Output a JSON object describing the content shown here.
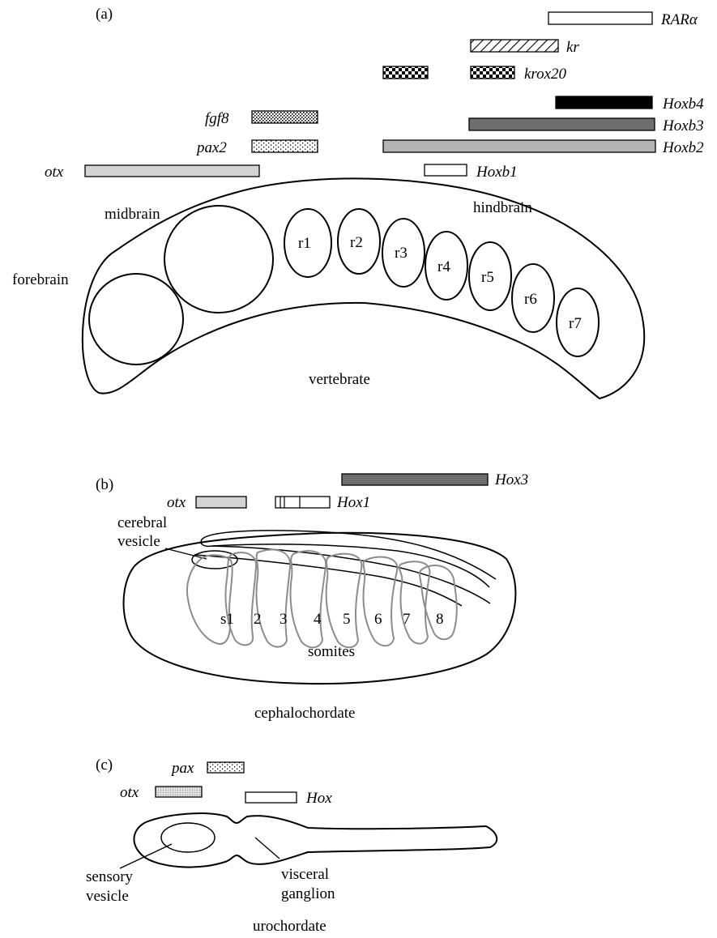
{
  "panel_a": {
    "letter": "(a)",
    "genes": {
      "rara": "RARα",
      "kr": "kr",
      "krox20": "krox20",
      "hoxb4": "Hoxb4",
      "hoxb3": "Hoxb3",
      "hoxb2": "Hoxb2",
      "hoxb1": "Hoxb1",
      "fgf8": "fgf8",
      "pax2": "pax2",
      "otx": "otx"
    },
    "regions": {
      "midbrain": "midbrain",
      "hindbrain": "hindbrain",
      "forebrain": "forebrain"
    },
    "rhombomeres": [
      "r1",
      "r2",
      "r3",
      "r4",
      "r5",
      "r6",
      "r7"
    ],
    "organism": "vertebrate"
  },
  "panel_b": {
    "letter": "(b)",
    "genes": {
      "hox3": "Hox3",
      "otx": "otx",
      "hox1": "Hox1"
    },
    "cerebral_vesicle_line1": "cerebral",
    "cerebral_vesicle_line2": "vesicle",
    "somite_labels": [
      "s1",
      "2",
      "3",
      "4",
      "5",
      "6",
      "7",
      "8"
    ],
    "somites": "somites",
    "organism": "cephalochordate"
  },
  "panel_c": {
    "letter": "(c)",
    "genes": {
      "pax": "pax",
      "otx": "otx",
      "hox": "Hox"
    },
    "sensory_line1": "sensory",
    "sensory_line2": "vesicle",
    "visceral_line1": "visceral",
    "visceral_line2": "ganglion",
    "organism": "urochordate"
  }
}
